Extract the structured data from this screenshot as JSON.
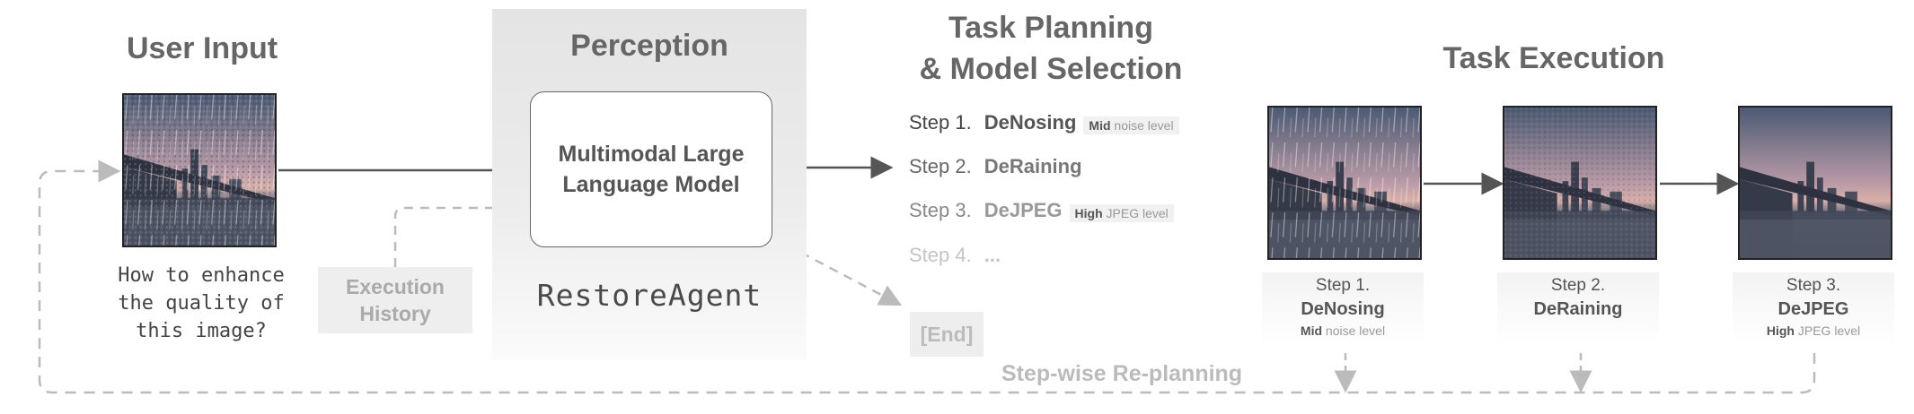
{
  "titles": {
    "user_input": "User Input",
    "perception": "Perception",
    "task_planning_line1": "Task Planning",
    "task_planning_line2": "& Model Selection",
    "task_execution": "Task Execution"
  },
  "user_question": "How to enhance the quality of this image?",
  "execution_history": "Execution History",
  "model_box": "Multimodal Large Language Model",
  "agent_name": "RestoreAgent",
  "plan_steps": [
    {
      "label": "Step 1.",
      "name": "DeNosing",
      "tag_bold": "Mid",
      "tag_rest": "noise level"
    },
    {
      "label": "Step 2.",
      "name": "DeRaining",
      "tag_bold": "",
      "tag_rest": ""
    },
    {
      "label": "Step 3.",
      "name": "DeJPEG",
      "tag_bold": "High",
      "tag_rest": "JPEG level"
    },
    {
      "label": "Step 4.",
      "name": "...",
      "tag_bold": "",
      "tag_rest": ""
    }
  ],
  "end_label": "[End]",
  "execution_steps": [
    {
      "label": "Step 1.",
      "name": "DeNosing",
      "detail_bold": "Mid",
      "detail_rest": "noise level"
    },
    {
      "label": "Step 2.",
      "name": "DeRaining",
      "detail_bold": "",
      "detail_rest": ""
    },
    {
      "label": "Step 3.",
      "name": "DeJPEG",
      "detail_bold": "High",
      "detail_rest": "JPEG level"
    }
  ],
  "replanning_label": "Step-wise Re-planning",
  "colors": {
    "arrow": "#555555",
    "dashed_arrow": "#bbbbbb",
    "title": "#666666",
    "faded": "#aaaaaa"
  },
  "icons": [
    "solid-arrow",
    "dashed-arrow"
  ]
}
